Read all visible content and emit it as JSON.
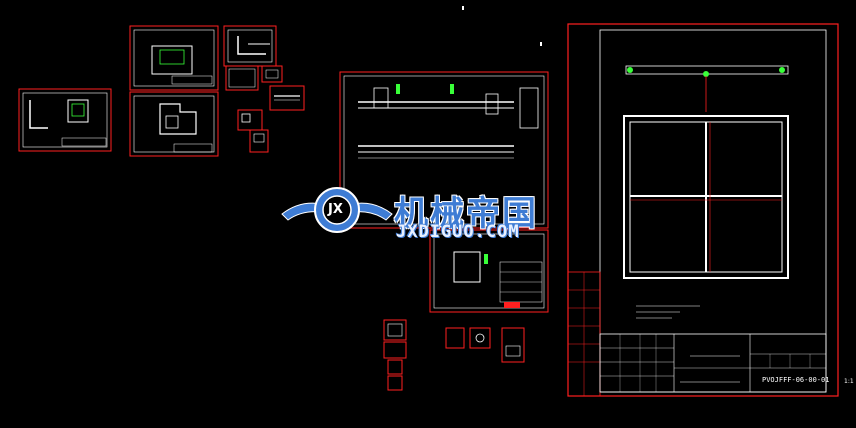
{
  "watermark": {
    "chinese": "机械帝国",
    "latin": "JXDIGUO.COM",
    "badge": "JX"
  },
  "colors": {
    "background": "#000000",
    "frame": "#ff2020",
    "geometry": "#ffffff",
    "accent_green": "#39ff39",
    "watermark_blue": "#3e7cd4"
  },
  "main_sheet": {
    "drawing_code": "PVOJFFF-06-00-01",
    "scale_marker": "1:1"
  }
}
